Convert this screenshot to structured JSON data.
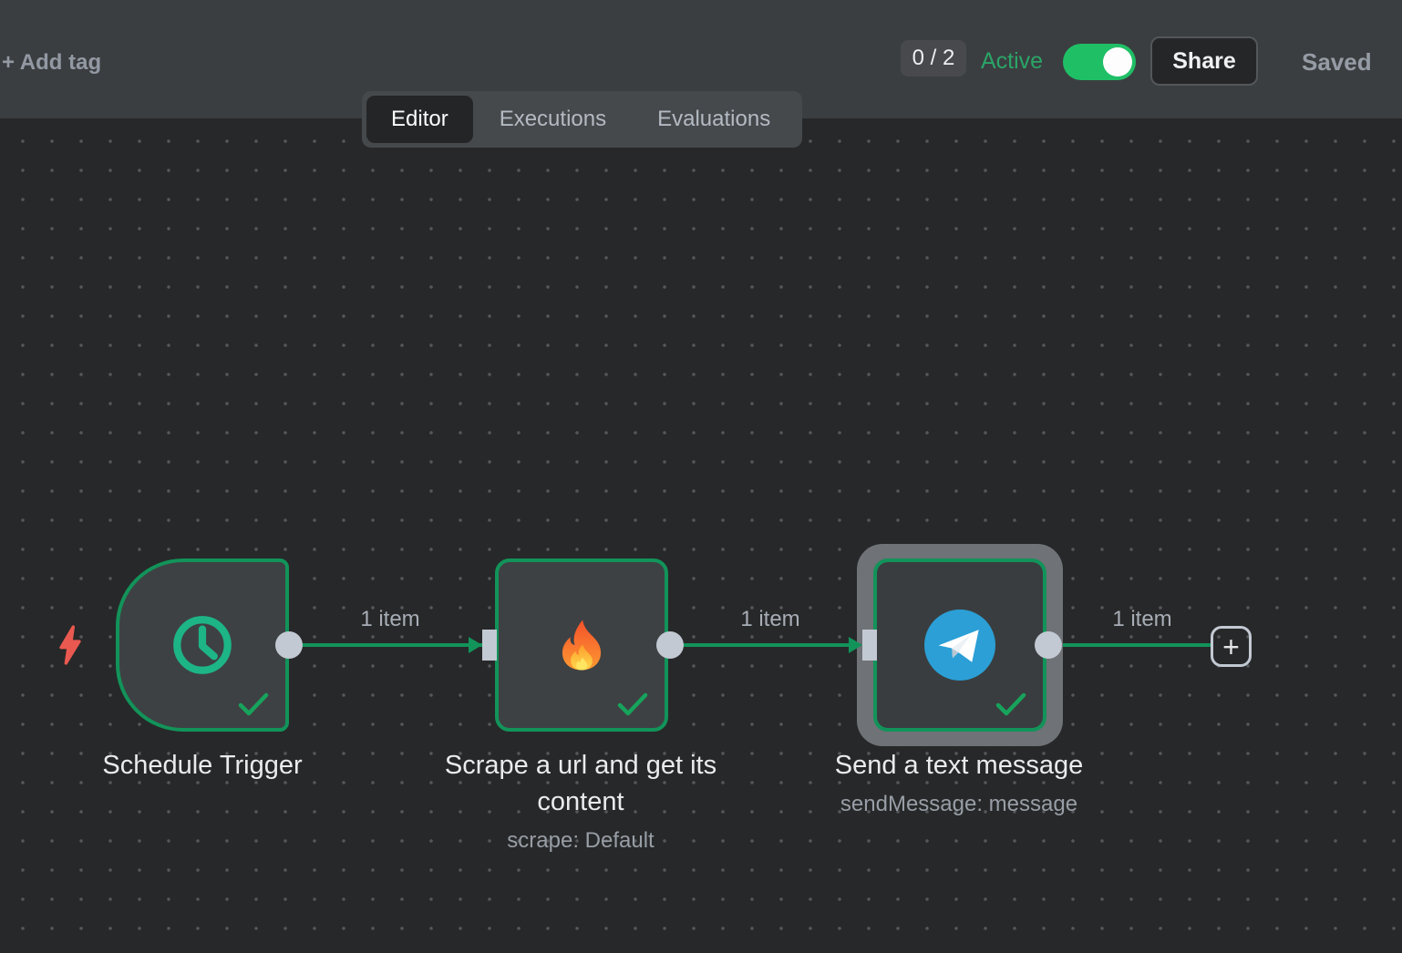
{
  "header": {
    "add_tag_label": "+ Add tag",
    "issues_count": "0 / 2",
    "active_label": "Active",
    "toggle_state": "on",
    "share_label": "Share",
    "saved_label": "Saved"
  },
  "tabs": {
    "editor": "Editor",
    "executions": "Executions",
    "evaluations": "Evaluations",
    "active_tab": "Editor"
  },
  "canvas": {
    "add_button_glyph": "+",
    "connections": [
      {
        "label": "1 item"
      },
      {
        "label": "1 item"
      },
      {
        "label": "1 item"
      }
    ],
    "nodes": [
      {
        "name": "Schedule Trigger",
        "subtitle": "",
        "icon": "clock-icon",
        "type": "trigger",
        "status": "success",
        "selected": false
      },
      {
        "name": "Scrape a url and get its content",
        "subtitle": "scrape: Default",
        "icon": "fire-icon",
        "type": "action",
        "status": "success",
        "selected": false
      },
      {
        "name": "Send a text message",
        "subtitle": "sendMessage: message",
        "icon": "telegram-icon",
        "type": "action",
        "status": "success",
        "selected": true
      }
    ]
  },
  "colors": {
    "accent_green": "#12935a",
    "toggle_green": "#1fbf66",
    "active_text_green": "#2aa568",
    "clock_teal": "#1db585",
    "telegram_blue": "#2b9fd6",
    "port_gray": "#c3c9d3",
    "bolt_red": "#ea5950",
    "header_bg": "#3b3e40",
    "canvas_bg": "#272829",
    "node_bg": "#3e4143",
    "selection_halo": "#6f7276"
  }
}
